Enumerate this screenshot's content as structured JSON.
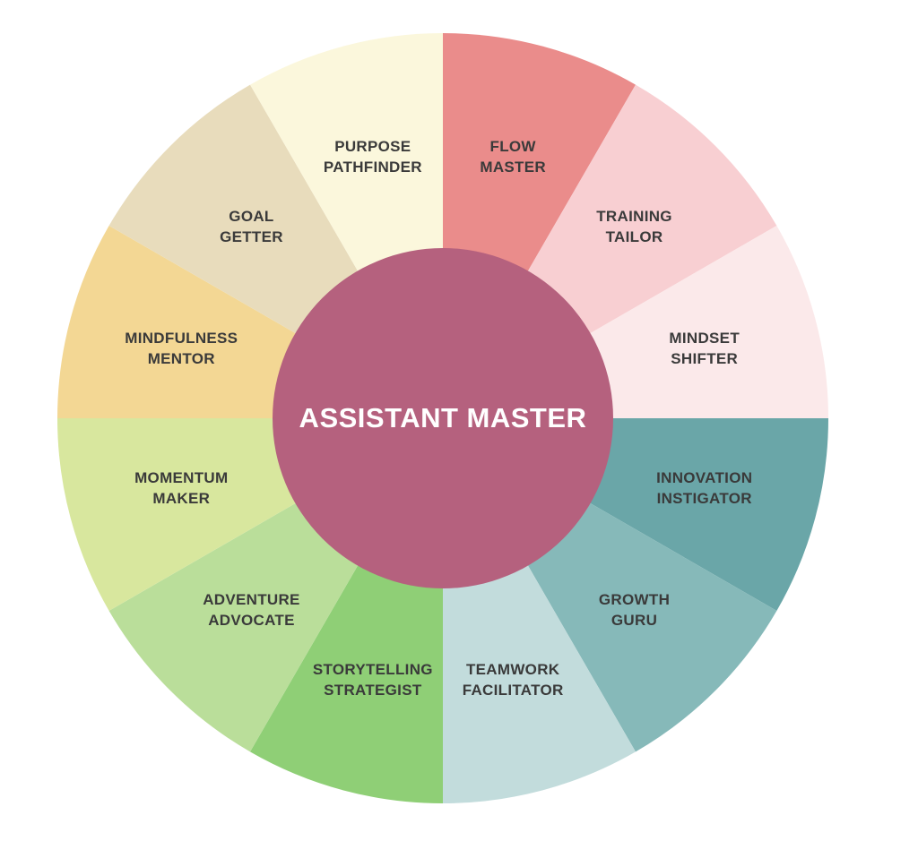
{
  "wheel": {
    "center_label": "ASSISTANT MASTER",
    "center_color": "#b5617e",
    "center_text_color": "#ffffff",
    "label_text_color": "#3a3a3a",
    "background_color": "#ffffff",
    "segments": [
      {
        "label": "FLOW MASTER",
        "lines": [
          "FLOW",
          "MASTER"
        ],
        "color": "#ea8c8b"
      },
      {
        "label": "TRAINING TAILOR",
        "lines": [
          "TRAINING",
          "TAILOR"
        ],
        "color": "#f8cfd2"
      },
      {
        "label": "MINDSET SHIFTER",
        "lines": [
          "MINDSET",
          "SHIFTER"
        ],
        "color": "#fbe9ea"
      },
      {
        "label": "INNOVATION INSTIGATOR",
        "lines": [
          "INNOVATION",
          "INSTIGATOR"
        ],
        "color": "#6aa6a8"
      },
      {
        "label": "GROWTH GURU",
        "lines": [
          "GROWTH",
          "GURU"
        ],
        "color": "#86b9b9"
      },
      {
        "label": "TEAMWORK FACILITATOR",
        "lines": [
          "TEAMWORK",
          "FACILITATOR"
        ],
        "color": "#c2dcdc"
      },
      {
        "label": "STORYTELLING STRATEGIST",
        "lines": [
          "STORYTELLING",
          "STRATEGIST"
        ],
        "color": "#8fcf76"
      },
      {
        "label": "ADVENTURE ADVOCATE",
        "lines": [
          "ADVENTURE",
          "ADVOCATE"
        ],
        "color": "#bade9a"
      },
      {
        "label": "MOMENTUM MAKER",
        "lines": [
          "MOMENTUM",
          "MAKER"
        ],
        "color": "#d8e79e"
      },
      {
        "label": "MINDFULNESS MENTOR",
        "lines": [
          "MINDFULNESS",
          "MENTOR"
        ],
        "color": "#f3d794"
      },
      {
        "label": "GOAL GETTER",
        "lines": [
          "GOAL",
          "GETTER"
        ],
        "color": "#e8dcbc"
      },
      {
        "label": "PURPOSE PATHFINDER",
        "lines": [
          "PURPOSE",
          "PATHFINDER"
        ],
        "color": "#fbf7dc"
      }
    ]
  },
  "chart_data": {
    "type": "pie",
    "title": "ASSISTANT MASTER",
    "categories": [
      "FLOW MASTER",
      "TRAINING TAILOR",
      "MINDSET SHIFTER",
      "INNOVATION INSTIGATOR",
      "GROWTH GURU",
      "TEAMWORK FACILITATOR",
      "STORYTELLING STRATEGIST",
      "ADVENTURE ADVOCATE",
      "MOMENTUM MAKER",
      "MINDFULNESS MENTOR",
      "GOAL GETTER",
      "PURPOSE PATHFINDER"
    ],
    "values": [
      1,
      1,
      1,
      1,
      1,
      1,
      1,
      1,
      1,
      1,
      1,
      1
    ],
    "colors": [
      "#ea8c8b",
      "#f8cfd2",
      "#fbe9ea",
      "#6aa6a8",
      "#86b9b9",
      "#c2dcdc",
      "#8fcf76",
      "#bade9a",
      "#d8e79e",
      "#f3d794",
      "#e8dcbc",
      "#fbf7dc"
    ],
    "legend_position": "none",
    "notes": "Equal 30-degree segments arranged clockwise starting at 12 o'clock; donut with solid center disc labeled in the middle."
  }
}
